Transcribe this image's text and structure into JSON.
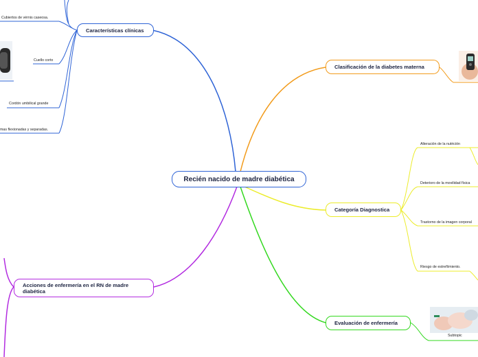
{
  "central": {
    "label": "Recién nacido de madre diabética"
  },
  "topics": {
    "caracteristicas": {
      "label": "Características clínicas",
      "color": "#2e63d6",
      "subtopics": [
        "Cubiertos de vérnis caseosa.",
        "Cuello corto",
        "Cordón umbilical grande",
        "mas flexionadas y separadas."
      ]
    },
    "clasificacion": {
      "label": "Clasificación de la diabetes materna",
      "color": "#f29b1b"
    },
    "categoria": {
      "label": "Categoría Diagnostica",
      "color": "#ecec2a",
      "subtopics": [
        "Alteración de la nutrición",
        "Deterioro de la movilidad física",
        "Trastorno de la imagen corporal",
        "Riesgo de estreñimiento."
      ]
    },
    "evaluacion": {
      "label": "Evaluación de enfermería",
      "color": "#33d81f",
      "subtopics": [
        "Subtopic"
      ]
    },
    "acciones": {
      "label": "Acciones de enfermería en el RN de madre diabética",
      "color": "#b22be0"
    }
  },
  "images": [
    {
      "name": "watch-image"
    },
    {
      "name": "glucometer-image"
    },
    {
      "name": "newborn-image"
    }
  ]
}
